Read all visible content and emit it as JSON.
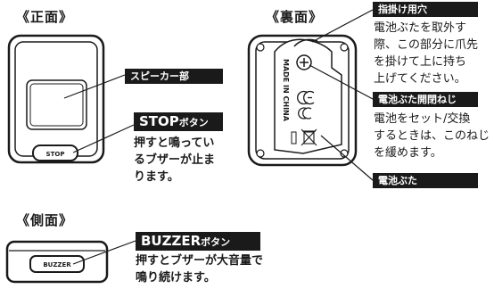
{
  "headings": {
    "front": "《正面》",
    "back": "《裏面》",
    "side": "《側面》"
  },
  "front": {
    "speaker_label": "スピーカー部",
    "stop_label_main": "STOP",
    "stop_label_suffix": "ボタン",
    "stop_button_text": "STOP",
    "stop_desc": [
      "押すと鳴ってい",
      "るブザーが止ま",
      "ります。"
    ]
  },
  "back": {
    "hook_hole_label": "指掛け用穴",
    "hook_hole_desc": [
      "電池ぶたを取外す",
      "際、この部分に爪先",
      "を掛けて上に持ち",
      "上げてください。"
    ],
    "screw_label": "電池ぶた開閉ねじ",
    "screw_desc": [
      "電池をセット/交換",
      "するときは、このねじ",
      "を緩めます。"
    ],
    "cover_label": "電池ぶた",
    "made_in": "MADE IN CHINA"
  },
  "side": {
    "buzzer_label_main": "BUZZER",
    "buzzer_label_suffix": "ボタン",
    "buzzer_button_text": "BUZZER",
    "buzzer_desc": [
      "押すとブザーが大音量で",
      "鳴り続けます。"
    ]
  }
}
